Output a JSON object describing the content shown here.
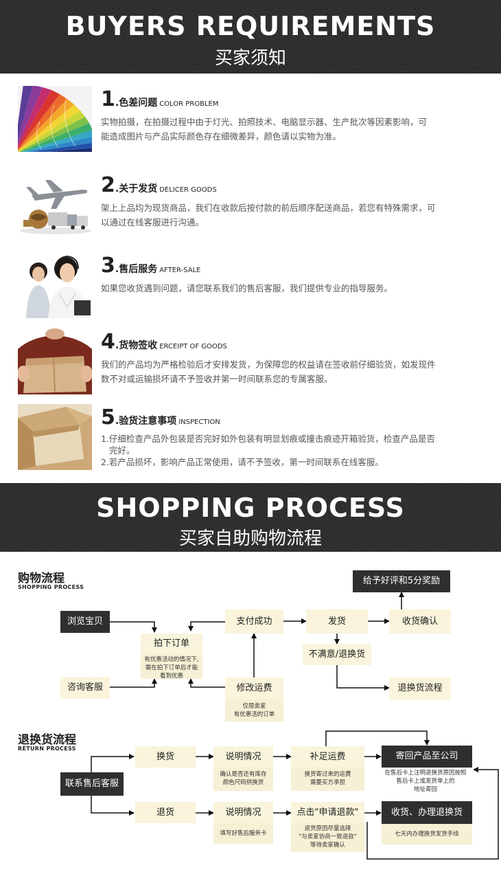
{
  "banner1": {
    "title_en": "BUYERS REQUIREMENTS",
    "title_cn": "买家须知"
  },
  "requirements": [
    {
      "num": "1",
      "title": ".色差问题",
      "title_en": "COLOR PROBLEM",
      "lines": [
        "实物拍摄，在拍摄过程中由于灯光、拍照技术、电脑显示器、生产批次等因素影响，可",
        "能造成图片与产品实际颜色存在细微差异，颜色请以实物为准。"
      ]
    },
    {
      "num": "2",
      "title": ".关于发货",
      "title_en": "DELICER GOODS",
      "lines": [
        "架上上品均为现货商品，我们在收款后按付款的前后顺序配送商品，若您有特殊需求，可",
        "以通过在线客服进行沟通。"
      ]
    },
    {
      "num": "3",
      "title": ".售后服务",
      "title_en": "AFTER-SALE",
      "lines": [
        "如果您收货遇到问题，请您联系我们的售后客服，我们提供专业的指导服务。"
      ]
    },
    {
      "num": "4",
      "title": ".货物签收",
      "title_en": "ERCEIPT OF GOODS",
      "lines": [
        "我们的产品均为严格检验后才安排发货，为保障您的权益请在签收前仔细验货，如发现件",
        "数不对或运输损坏请不予签收并第一时间联系您的专属客服。"
      ]
    },
    {
      "num": "5",
      "title": ".验货注意事项",
      "title_en": "INSPECTION",
      "lines": [
        "1.仔细检查产品外包装是否完好如外包装有明显划痕或撞击痕迹开箱验货，检查产品是否",
        "   完好。",
        "2.若产品损坏，影响产品正常使用，请不予签收，第一时间联系在线客服。"
      ]
    }
  ],
  "banner2": {
    "title_en": "SHOPPING PROCESS",
    "title_cn": "买家自助购物流程"
  },
  "shopping": {
    "title": "购物流程",
    "subtitle": "SHOPPING PROCESS",
    "browse": "浏览宝贝",
    "consult": "咨询客服",
    "order": "拍下订单",
    "order_note": [
      "有优惠活动的情况下,",
      "需在拍下订单后才能",
      "看到优惠"
    ],
    "paid": "支付成功",
    "modify": "修改运费",
    "modify_note": [
      "仅限卖家",
      "有优惠活的订单"
    ],
    "ship": "发货",
    "unhappy": "不满意/退换货",
    "receive": "收货确认",
    "review": "给予好评和5分奖励",
    "return_flow": "退换货流程"
  },
  "returns": {
    "title": "退换货流程",
    "subtitle": "RETURN PROCESS",
    "contact": "联系售后客服",
    "exchange": "换货",
    "refund": "退货",
    "explain1": "说明情况",
    "explain1_note": [
      "确认是否还有库存",
      "颜色尺码供换货"
    ],
    "explain2": "说明情况",
    "explain2_note": [
      "填写好售后服务卡"
    ],
    "pay_ship": "补足运费",
    "pay_ship_note": [
      "换货寄过来的运费",
      "需要买方承担"
    ],
    "apply_refund": "点击\"申请退款\"",
    "apply_refund_note": [
      "退货原因尽量选择",
      "\"与卖家协商一致退款\"",
      "等待卖家确认"
    ],
    "send_back": "寄回产品至公司",
    "send_back_note": [
      "在售后卡上注明退换货原因按照",
      "售后卡上或发货单上的",
      "地址寄回"
    ],
    "receive_exchange": "收货、办理退换货",
    "receive_exchange_note": [
      "七天内办理换货发货手续"
    ]
  }
}
